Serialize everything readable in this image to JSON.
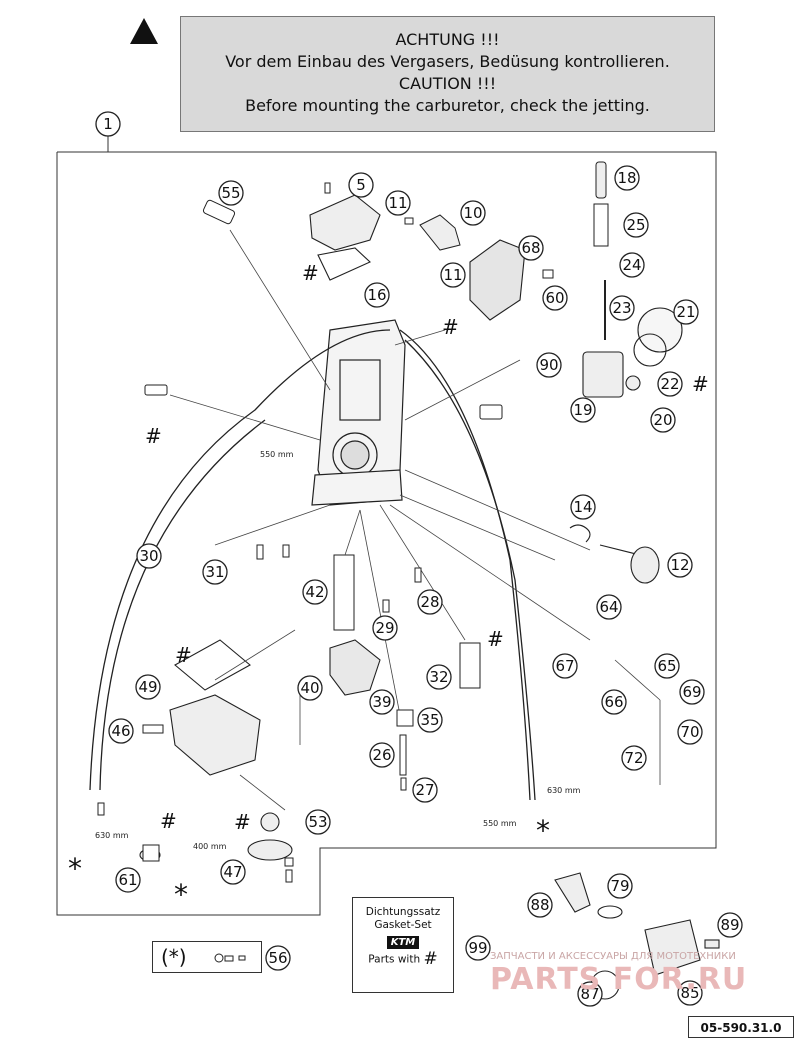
{
  "caution": {
    "line1": "ACHTUNG !!!",
    "line2": "Vor dem Einbau des Vergasers, Bedüsung kontrollieren.",
    "line3": "CAUTION !!!",
    "line4": "Before mounting the carburetor, check the jetting."
  },
  "assembly_callout": "1",
  "callouts": [
    "5",
    "10",
    "11",
    "11",
    "12",
    "14",
    "16",
    "18",
    "19",
    "20",
    "21",
    "22",
    "23",
    "24",
    "25",
    "26",
    "27",
    "28",
    "29",
    "30",
    "31",
    "32",
    "35",
    "39",
    "40",
    "42",
    "46",
    "47",
    "49",
    "53",
    "55",
    "56",
    "60",
    "61",
    "64",
    "65",
    "66",
    "67",
    "68",
    "69",
    "70",
    "72",
    "79",
    "85",
    "87",
    "88",
    "89",
    "90",
    "99"
  ],
  "symbols": {
    "hash": "#",
    "star": "*"
  },
  "dimensions": [
    "550 mm",
    "630 mm",
    "630 mm",
    "550 mm",
    "400 mm"
  ],
  "set_note": {
    "label": "(*)",
    "callout": "56"
  },
  "gasket_set": {
    "line1": "Dichtungssatz",
    "line2": "Gasket-Set",
    "logo": "KTM",
    "line3": "Parts with",
    "hash": "#",
    "callout": "99"
  },
  "watermark": {
    "line": "ЗАПЧАСТИ И АКСЕССУАРЫ ДЛЯ МОТОТЕХНИКИ",
    "logo": "PARTS FOR.RU"
  },
  "reference": "05-590.31.0",
  "colors": {
    "caution_bg": "#d9d9d9",
    "line": "#222222",
    "watermark": "#e9b8b8"
  }
}
